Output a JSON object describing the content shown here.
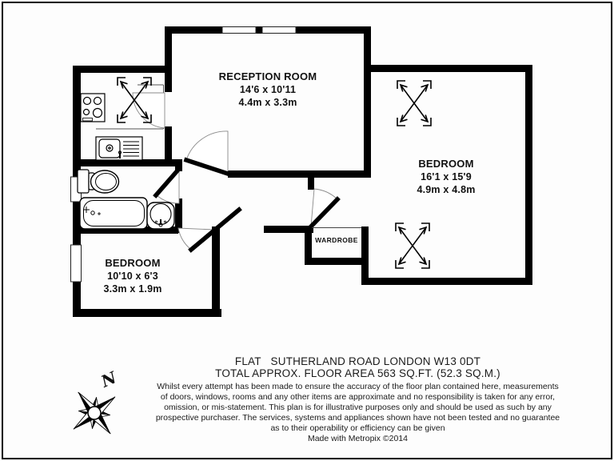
{
  "plan": {
    "rooms": {
      "reception": {
        "name": "RECEPTION ROOM",
        "imperial": "14'6 x 10'11",
        "metric": "4.4m x 3.3m"
      },
      "bedroom_main": {
        "name": "BEDROOM",
        "imperial": "16'1 x 15'9",
        "metric": "4.9m x 4.8m"
      },
      "bedroom_second": {
        "name": "BEDROOM",
        "imperial": "10'10 x 6'3",
        "metric": "3.3m x 1.9m"
      },
      "wardrobe": {
        "name": "WARDROBE"
      }
    },
    "compass": {
      "label": "N"
    },
    "fixtures": [
      "bathtub",
      "washbasin",
      "toilet",
      "kitchen-sink",
      "hob",
      "skylight-marker"
    ]
  },
  "footer": {
    "title_line1": "FLAT   SUTHERLAND ROAD LONDON W13 0DT",
    "title_line2": "TOTAL APPROX. FLOOR AREA 563 SQ.FT. (52.3 SQ.M.)",
    "disclaimer_lines": [
      "Whilst every attempt has been made to ensure the accuracy of the floor plan contained here, measurements",
      "of doors, windows, rooms and any other items are approximate and no responsibility is taken for any error,",
      "omission, or mis-statement. This plan is for illustrative purposes only and should be used as such by any",
      "prospective purchaser. The services, systems and appliances shown have not been tested and no guarantee",
      "as to their operability or efficiency can be given"
    ],
    "credit": "Made with Metropix ©2014"
  },
  "colors": {
    "wall": "#000000",
    "paper": "#ffffff",
    "text": "#111111",
    "arc_outline": "#8a8a8a"
  }
}
